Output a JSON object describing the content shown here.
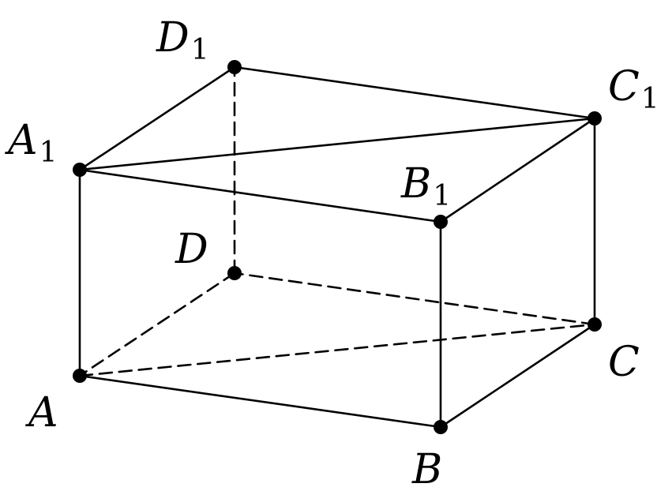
{
  "diagram": {
    "vertices": [
      {
        "id": "A",
        "letter": "A",
        "subscript": ""
      },
      {
        "id": "B",
        "letter": "B",
        "subscript": ""
      },
      {
        "id": "C",
        "letter": "C",
        "subscript": ""
      },
      {
        "id": "D",
        "letter": "D",
        "subscript": ""
      },
      {
        "id": "A1",
        "letter": "A",
        "subscript": "1"
      },
      {
        "id": "B1",
        "letter": "B",
        "subscript": "1"
      },
      {
        "id": "C1",
        "letter": "C",
        "subscript": "1"
      },
      {
        "id": "D1",
        "letter": "D",
        "subscript": "1"
      }
    ],
    "edges": [
      {
        "from": "A",
        "to": "B",
        "style": "solid"
      },
      {
        "from": "B",
        "to": "C",
        "style": "solid"
      },
      {
        "from": "C",
        "to": "D",
        "style": "dashed"
      },
      {
        "from": "D",
        "to": "A",
        "style": "dashed"
      },
      {
        "from": "A1",
        "to": "B1",
        "style": "solid"
      },
      {
        "from": "B1",
        "to": "C1",
        "style": "solid"
      },
      {
        "from": "C1",
        "to": "D1",
        "style": "solid"
      },
      {
        "from": "D1",
        "to": "A1",
        "style": "solid"
      },
      {
        "from": "A",
        "to": "A1",
        "style": "solid"
      },
      {
        "from": "B",
        "to": "B1",
        "style": "solid"
      },
      {
        "from": "C",
        "to": "C1",
        "style": "solid"
      },
      {
        "from": "D",
        "to": "D1",
        "style": "dashed"
      },
      {
        "from": "A1",
        "to": "C1",
        "style": "solid"
      },
      {
        "from": "A",
        "to": "C",
        "style": "dashed"
      }
    ]
  }
}
